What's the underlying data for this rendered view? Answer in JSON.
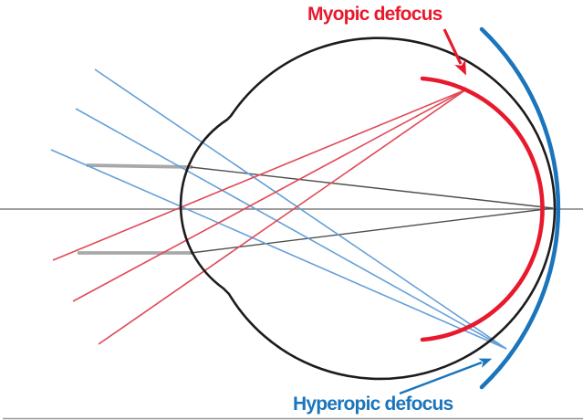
{
  "diagram": {
    "type": "eye-peripheral-defocus-schematic",
    "labels": {
      "myopic": "Myopic defocus",
      "hyperopic": "Hyperopic defocus"
    },
    "colors": {
      "myopic_red": "#e8192c",
      "red_ray": "#e04a58",
      "hyperopic_blue": "#1b75bc",
      "blue_ray": "#64a0d8",
      "eye_outline": "#1f1b1c",
      "axis_gray": "#7f7f7f",
      "beam_gray": "#a8a8a8",
      "chief_gray": "#4f4f4f",
      "border_gray": "#9a9a9a"
    }
  }
}
